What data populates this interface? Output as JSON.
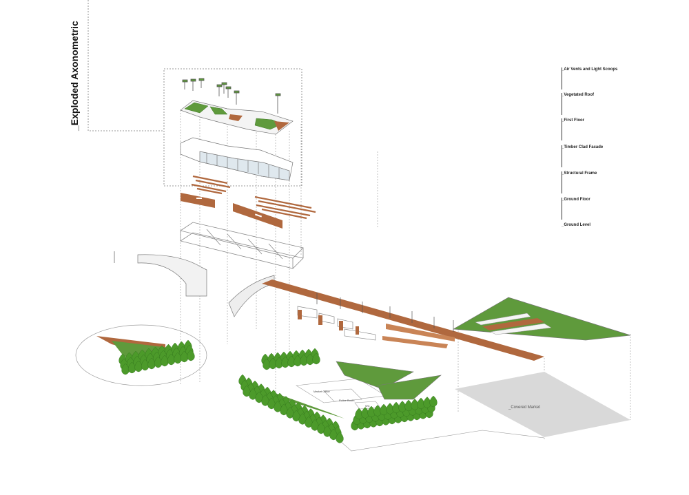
{
  "title": "_Exploded Axonometric",
  "layers": [
    "_Air Vents and Light Scoops",
    "_Vegetated Roof",
    "_First Floor",
    "_Timber Clad Facade",
    "_Structural Frame",
    "_Ground Floor",
    "_Ground Level"
  ],
  "plan_labels": {
    "covered_market": "_Covered Market",
    "office_a": "Market Office",
    "office_b": "Police Booth",
    "wc": "WC"
  },
  "colors": {
    "grass": "#5f9a3c",
    "grass_dark": "#3f7a27",
    "timber": "#b0683e",
    "timber_light": "#c98456",
    "line": "#8a8a8a",
    "tree": "#4c9a2a",
    "tree_dark": "#2e6e1a",
    "shadow": "#d9d9d9"
  }
}
